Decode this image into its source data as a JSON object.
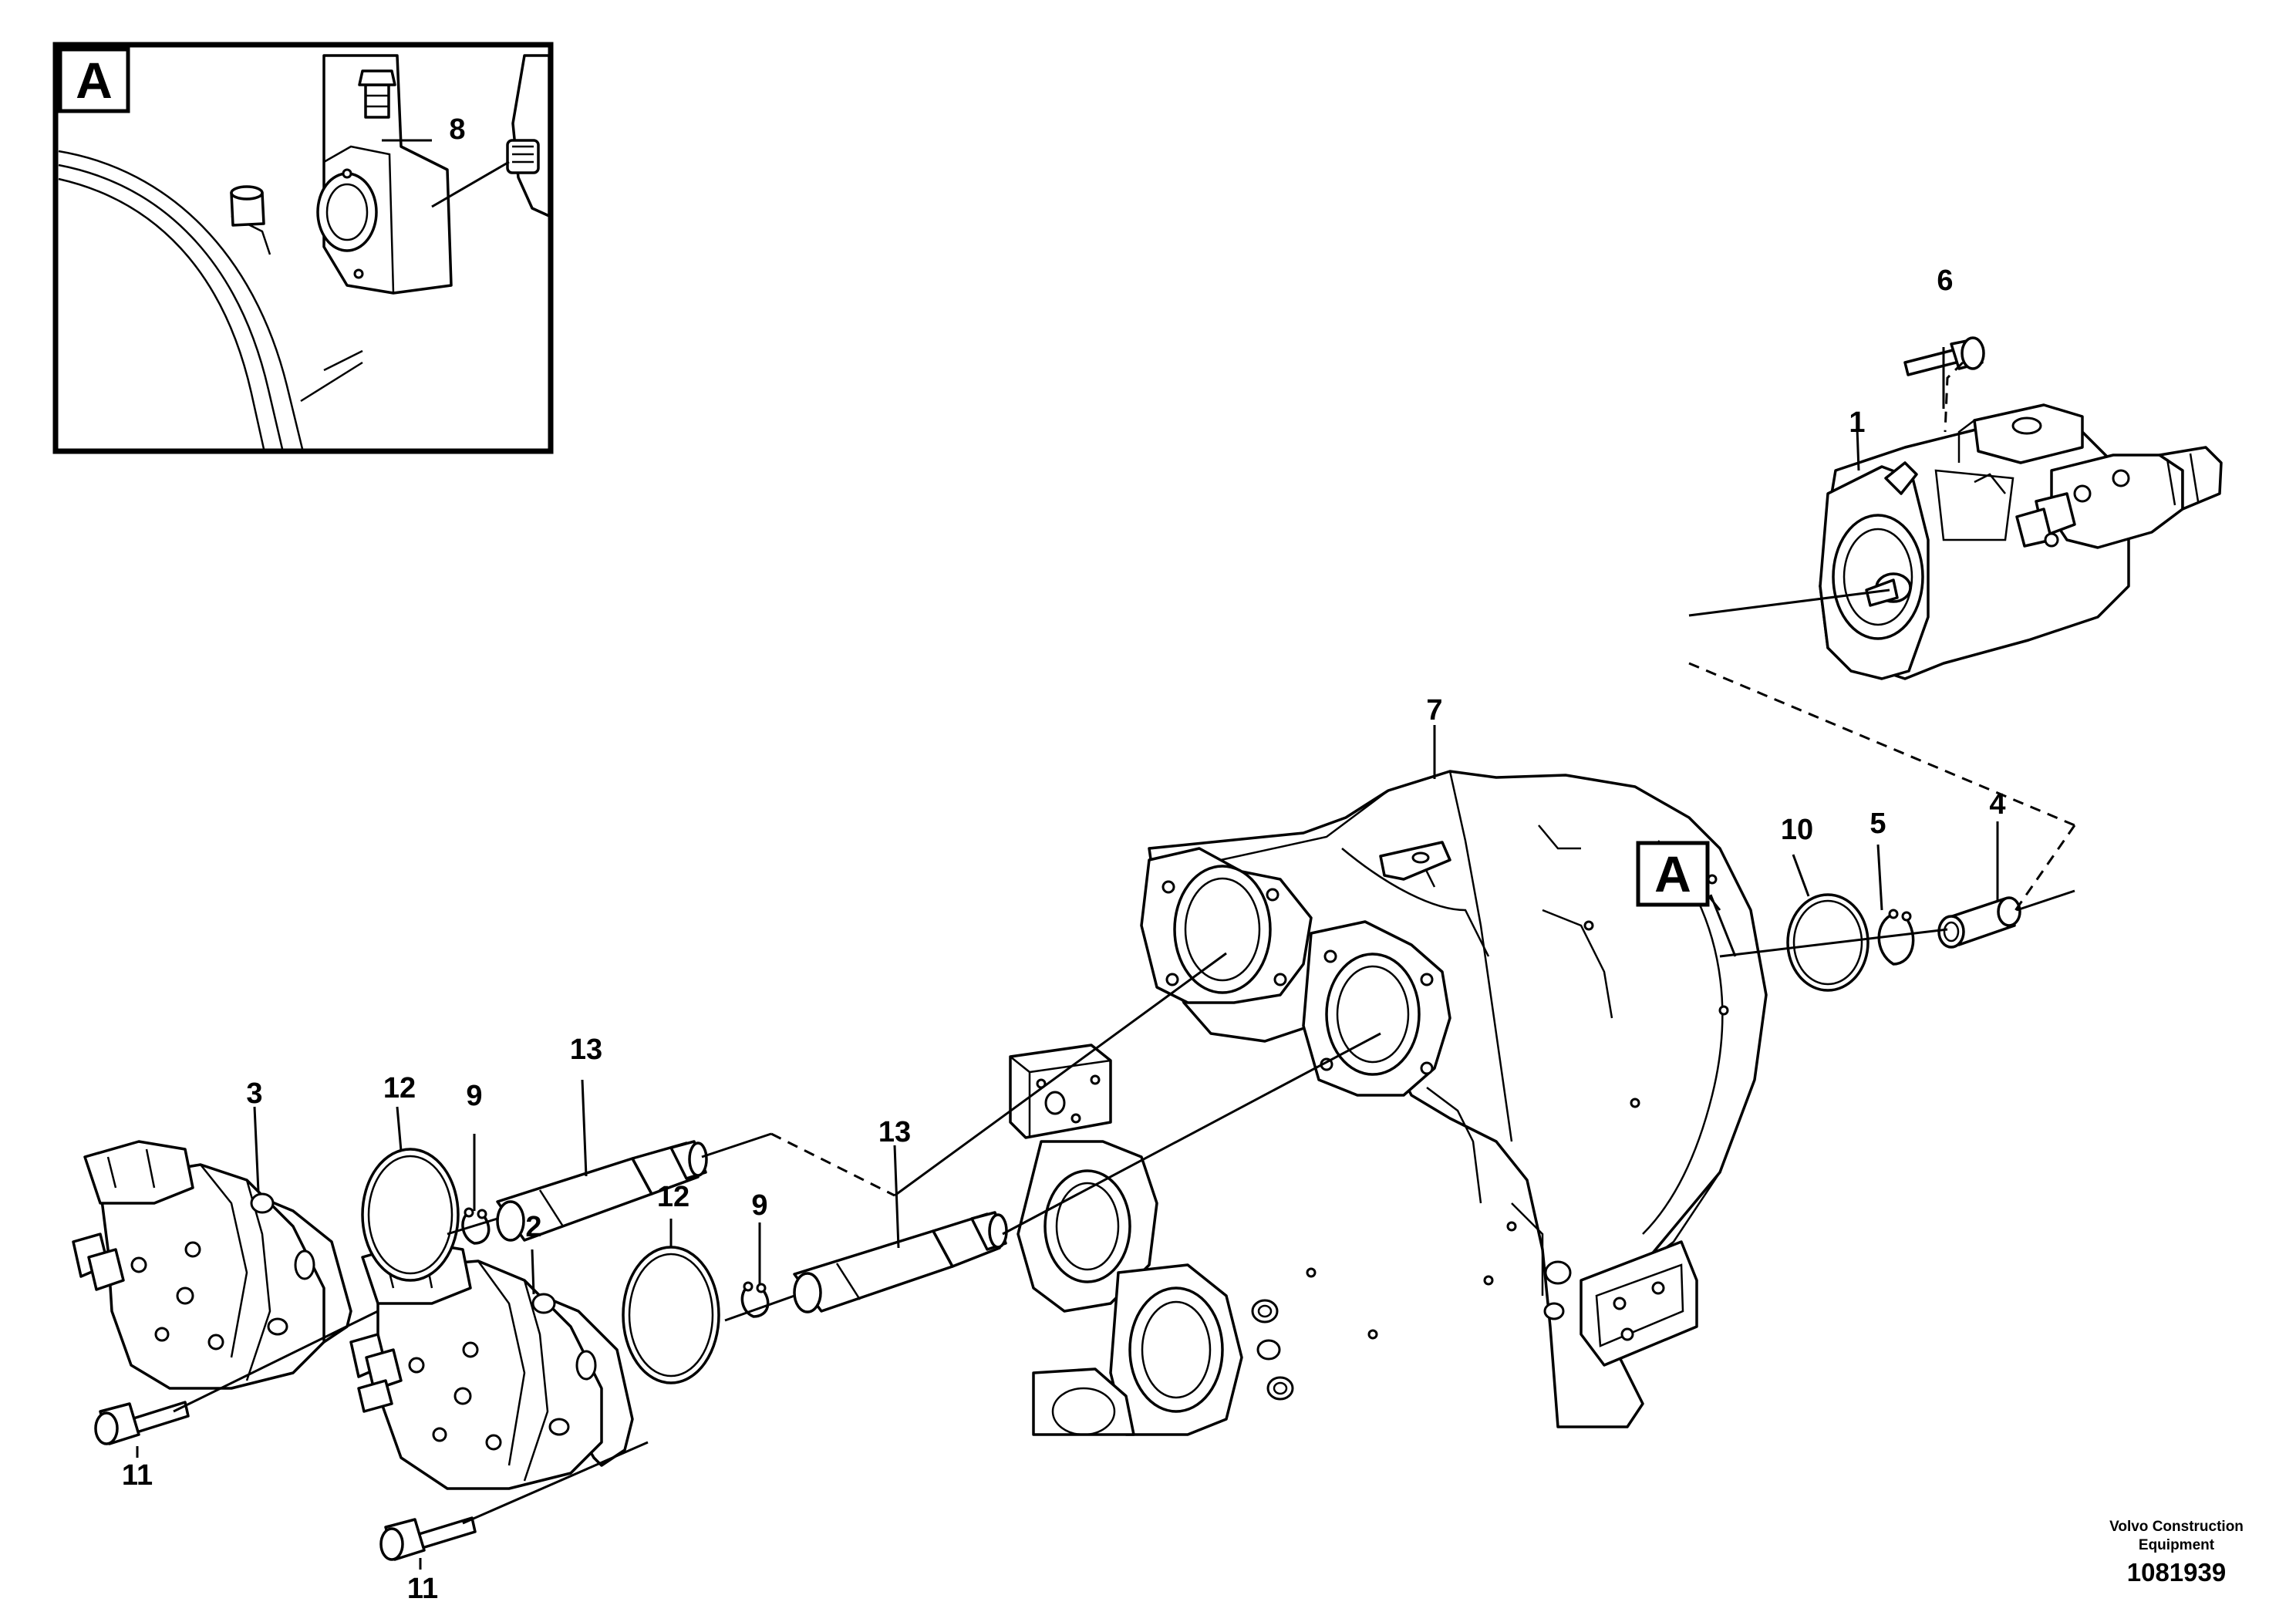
{
  "detail_view": {
    "label": "A"
  },
  "callouts": {
    "c1": "1",
    "c2": "2",
    "c3": "3",
    "c4": "4",
    "c5": "5",
    "c6": "6",
    "c7": "7",
    "c8": "8",
    "c9a": "9",
    "c9b": "9",
    "c10": "10",
    "c11a": "11",
    "c11b": "11",
    "c12a": "12",
    "c12b": "12",
    "c13a": "13",
    "c13b": "13"
  },
  "reference_marker": {
    "label": "A"
  },
  "footer": {
    "company_line1": "Volvo Construction",
    "company_line2": "Equipment",
    "drawing_number": "1081939"
  }
}
